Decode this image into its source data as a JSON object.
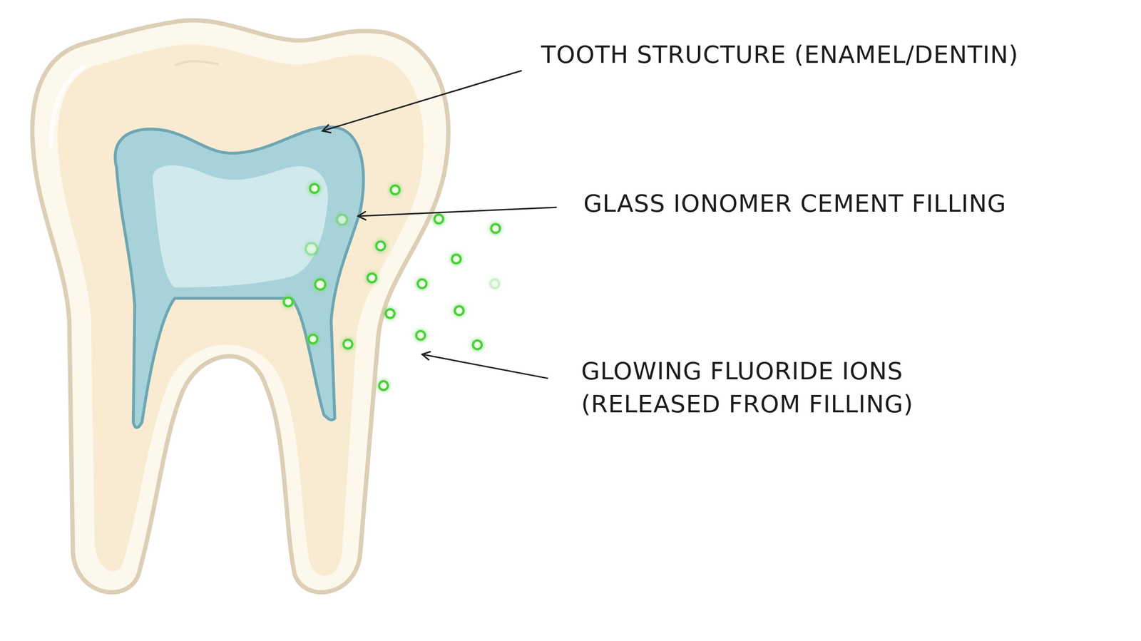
{
  "diagram": {
    "labels": [
      "TOOTH STRUCTURE (ENAMEL/DENTIN)",
      "GLASS IONOMER CEMENT FILLING",
      "GLOWING FLUORIDE IONS (RELEASED FROM FILLING)"
    ]
  }
}
